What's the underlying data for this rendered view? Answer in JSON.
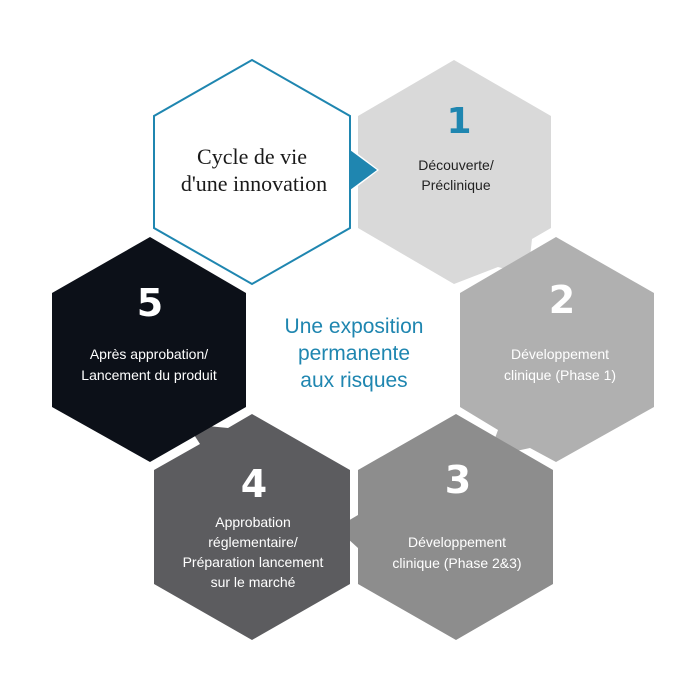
{
  "title": {
    "line1": "Cycle de vie",
    "line2": "d'une innovation"
  },
  "center_text": {
    "line1": "Une exposition",
    "line2": "permanente",
    "line3": "aux risques"
  },
  "stages": [
    {
      "number": "1",
      "line1": "Découverte/",
      "line2": "Préclinique"
    },
    {
      "number": "2",
      "line1": "Développement",
      "line2": "clinique (Phase 1)"
    },
    {
      "number": "3",
      "line1": "Développement",
      "line2": "clinique (Phase 2&3)"
    },
    {
      "number": "4",
      "line1": "Approbation",
      "line2": "réglementaire/",
      "line3": "Préparation lancement",
      "line4": "sur le marché"
    },
    {
      "number": "5",
      "line1": "Après approbation/",
      "line2": "Lancement du produit"
    }
  ],
  "colors": {
    "accent": "#1f86b0",
    "stage1": "#d9d9d9",
    "stage2": "#b0b0b0",
    "stage3": "#8d8d8d",
    "stage4": "#5c5c5f",
    "stage5": "#0c1018",
    "outline": "#1f86b0"
  }
}
